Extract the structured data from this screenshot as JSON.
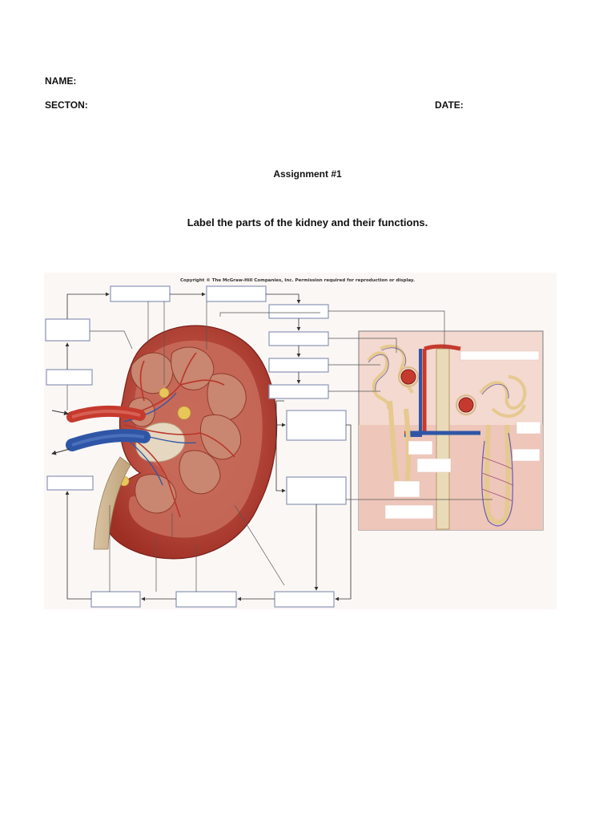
{
  "header": {
    "name_label": "NAME:",
    "section_label": "SECTON:",
    "date_label": "DATE:"
  },
  "assignment_title": "Assignment #1",
  "instruction": "Label the parts of the kidney and their functions.",
  "figure": {
    "copyright": "Copyright © The McGraw-Hill Companies, Inc. Permission required for reproduction or display."
  },
  "colors": {
    "artery_red": "#c63a2e",
    "vein_blue": "#2f56a6",
    "cortex_red": "#b8473b",
    "medulla_pink": "#c97f6c",
    "fat_yellow": "#e8c65a",
    "inset_bg": "#f3d9cf",
    "label_box_border": "#8a95b5"
  }
}
